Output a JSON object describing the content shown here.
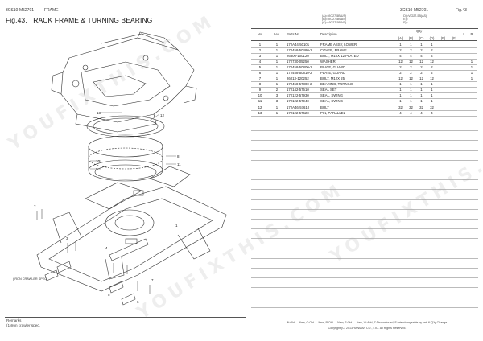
{
  "header": {
    "left_code": "3CS10-M52701",
    "left_section": "FRAME",
    "right_code": "3CS10-M52701",
    "right_fig": "Fig.43",
    "title": "Fig.43.  TRACK FRAME & TURNING BEARING"
  },
  "variants": {
    "line_a": "(A)=VIO27-5B(US)",
    "line_b": "(B)=VIO27-5B(AS)",
    "line_c": "(C)=VIO27-5B(NZ)",
    "line_d": "(D)=VIO27-5B(AS)",
    "line_e": "(E)=",
    "line_f": "(F)="
  },
  "table_headers": {
    "no": "No.",
    "lev": "Lev.",
    "parts_no": "Parts No.",
    "description": "Description",
    "qty": "Q'ty",
    "a": "(A)",
    "b": "(B)",
    "c": "(C)",
    "d": "(D)",
    "e": "(E)",
    "f": "(F)",
    "i": "I",
    "r": "R"
  },
  "parts": [
    {
      "no": "1",
      "lev": "1",
      "pn": "172A44-50101",
      "desc": "FRAME ASSY, LOWER",
      "a": "1",
      "b": "1",
      "c": "1",
      "d": "1",
      "i": "",
      "r": ""
    },
    {
      "no": "2",
      "lev": "1",
      "pn": "172458-50480-2",
      "desc": "COVER, FRAME",
      "a": "2",
      "b": "2",
      "c": "2",
      "d": "2",
      "i": "",
      "r": ""
    },
    {
      "no": "3",
      "lev": "1",
      "pn": "26306-100120",
      "desc": "BOLT, M10X 12 PLATED",
      "a": "4",
      "b": "4",
      "c": "4",
      "d": "4",
      "i": "",
      "r": ""
    },
    {
      "no": "4",
      "lev": "1",
      "pn": "172730-05250",
      "desc": "WASHER",
      "a": "12",
      "b": "12",
      "c": "12",
      "d": "12",
      "i": "",
      "r": "1"
    },
    {
      "no": "5",
      "lev": "1",
      "pn": "172458-50800-2",
      "desc": "PLATE, GUARD",
      "a": "2",
      "b": "2",
      "c": "2",
      "d": "2",
      "i": "",
      "r": "1"
    },
    {
      "no": "6",
      "lev": "1",
      "pn": "172458-50810-2",
      "desc": "PLATE, GUARD",
      "a": "2",
      "b": "2",
      "c": "2",
      "d": "2",
      "i": "",
      "r": "1"
    },
    {
      "no": "7",
      "lev": "1",
      "pn": "26013-120252",
      "desc": "BOLT, M12X 25",
      "a": "12",
      "b": "12",
      "c": "12",
      "d": "12",
      "i": "",
      "r": "1"
    },
    {
      "no": "8",
      "lev": "1",
      "pn": "172458-57800-2",
      "desc": "BEARING, TURNING",
      "a": "1",
      "b": "1",
      "c": "1",
      "d": "1",
      "i": "",
      "r": ""
    },
    {
      "no": "9",
      "lev": "2",
      "pn": "172142-57610",
      "desc": "SEAL SET",
      "a": "1",
      "b": "1",
      "c": "1",
      "d": "1",
      "i": "",
      "r": ""
    },
    {
      "no": "10",
      "lev": "3",
      "pn": "172122-57930",
      "desc": "SEAL, SWING",
      "a": "1",
      "b": "1",
      "c": "1",
      "d": "1",
      "i": "",
      "r": ""
    },
    {
      "no": "11",
      "lev": "3",
      "pn": "172122-57940",
      "desc": "SEAL, SWING",
      "a": "1",
      "b": "1",
      "c": "1",
      "d": "1",
      "i": "",
      "r": ""
    },
    {
      "no": "12",
      "lev": "1",
      "pn": "172A46-57610",
      "desc": "BOLT",
      "a": "32",
      "b": "32",
      "c": "32",
      "d": "32",
      "i": "",
      "r": ""
    },
    {
      "no": "13",
      "lev": "1",
      "pn": "172122-57620",
      "desc": "PIN, PARALLEL",
      "a": "4",
      "b": "4",
      "c": "4",
      "d": "4",
      "i": "",
      "r": ""
    }
  ],
  "diagram": {
    "callouts": [
      "1",
      "2",
      "3",
      "4",
      "5",
      "6",
      "7",
      "8",
      "9",
      "10",
      "11",
      "12",
      "13"
    ],
    "inset_label": "(IRON CRAWLER SPEC)"
  },
  "remarks": {
    "title": "Remarks",
    "line1": "(1)Iron crawler spec."
  },
  "footer": {
    "legend": "N:Old → New, O:Old ↔ New, R:Old → New, S:Old → New, W:Add, Z:Discontinued, F:Interchangeable by set, K:Q'ty Change",
    "copyright": "Copyright (C) 2013 YANMAR CO., LTD. All Rights Reserved."
  },
  "watermark": "YOUFIXTHIS.COM"
}
